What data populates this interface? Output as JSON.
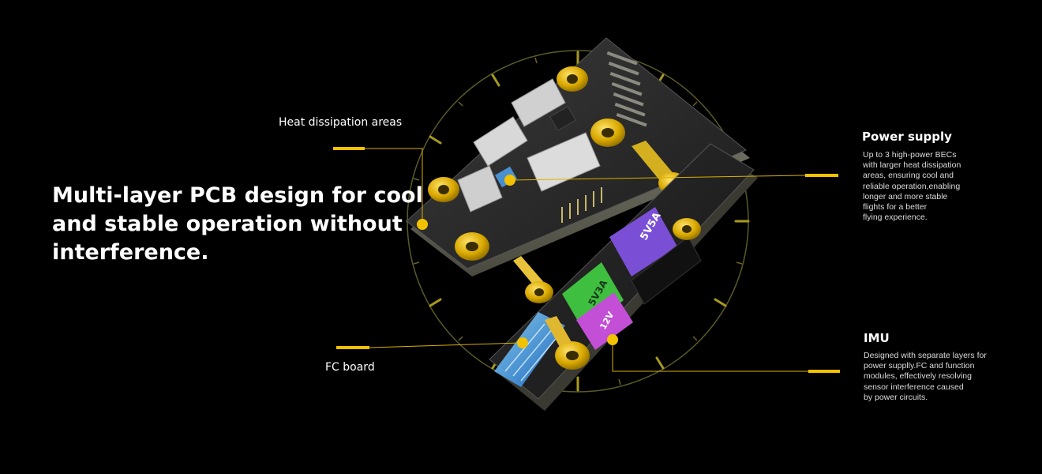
{
  "headline": "Multi-layer PCB design for cool\nand stable operation without\ninterference.",
  "callouts": {
    "heat": {
      "label": "Heat dissipation areas"
    },
    "fc": {
      "label": "FC board"
    },
    "power": {
      "title": "Power supply",
      "description": "Up to 3 high-power BECs\nwith larger heat dissipation\nareas, ensuring cool and\nreliable operation,enabling\nlonger and more stable\nflights for a better\nflying experience."
    },
    "imu": {
      "title": "IMU",
      "description": "Designed with separate layers for\npower supplly.FC and function\nmodules, effectively resolving\nsensor interference caused\nby power circuits."
    }
  },
  "modules": {
    "bec1": "5V5A",
    "bec2": "5V3A",
    "bec3": "12V"
  },
  "colors": {
    "accent": "#f2c200",
    "background": "#000000",
    "bec_5v5a": "#7a4fd6",
    "bec_5v3a": "#3fbf3f",
    "bec_12v": "#c24fd6"
  }
}
